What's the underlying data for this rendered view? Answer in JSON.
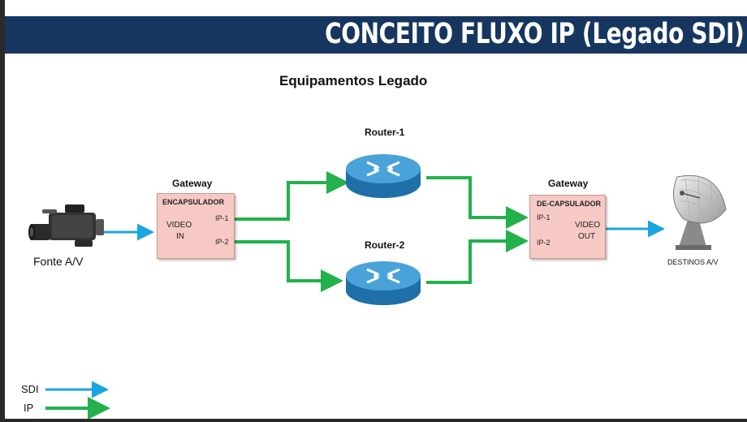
{
  "header": {
    "title": "CONCEITO FLUXO IP (Legado SDI)"
  },
  "diagram": {
    "title": "Equipamentos Legado",
    "source": {
      "label": "Fonte A/V",
      "icon": "video-camera-icon"
    },
    "gateway_in": {
      "title": "Gateway",
      "box_label": "ENCAPSULADOR",
      "video_label_line1": "VIDEO",
      "video_label_line2": "IN",
      "port1": "IP-1",
      "port2": "IP-2"
    },
    "router1": {
      "label": "Router-1",
      "icon": "router-icon"
    },
    "router2": {
      "label": "Router-2",
      "icon": "router-icon"
    },
    "gateway_out": {
      "title": "Gateway",
      "box_label": "DE-CAPSULADOR",
      "port1": "IP-1",
      "port2": "IP-2",
      "video_label_line1": "VIDEO",
      "video_label_line2": "OUT"
    },
    "destination": {
      "label": "DESTINOS A/V",
      "icon": "satellite-dish-icon"
    }
  },
  "legend": {
    "items": [
      {
        "label": "SDI",
        "color": "#1aa5e0"
      },
      {
        "label": "IP",
        "color": "#22b14c"
      }
    ]
  },
  "colors": {
    "sdi": "#1aa5e0",
    "ip": "#22b14c",
    "banner": "#16365f",
    "box": "#f7c9c4",
    "router": "#3a8dc2"
  }
}
